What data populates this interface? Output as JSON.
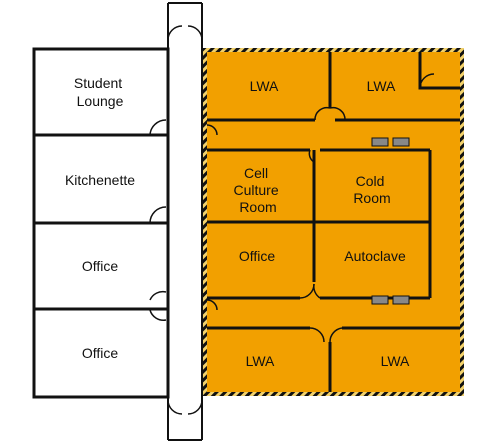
{
  "colors": {
    "lab_fill": "#F2A000",
    "wall": "#111111",
    "hazard_stripe": "#f2d16b",
    "equipment": "#888888",
    "background": "#ffffff"
  },
  "rooms": {
    "student_lounge": [
      "Student",
      "Lounge"
    ],
    "kitchenette": [
      "Kitchenette"
    ],
    "office_left_1": [
      "Office"
    ],
    "office_left_2": [
      "Office"
    ],
    "lwa_top_left": [
      "LWA"
    ],
    "lwa_top_right": [
      "LWA"
    ],
    "cell_culture": [
      "Cell",
      "Culture",
      "Room"
    ],
    "cold_room": [
      "Cold",
      "Room"
    ],
    "office_lab": [
      "Office"
    ],
    "autoclave": [
      "Autoclave"
    ],
    "lwa_bottom_left": [
      "LWA"
    ],
    "lwa_bottom_right": [
      "LWA"
    ]
  }
}
